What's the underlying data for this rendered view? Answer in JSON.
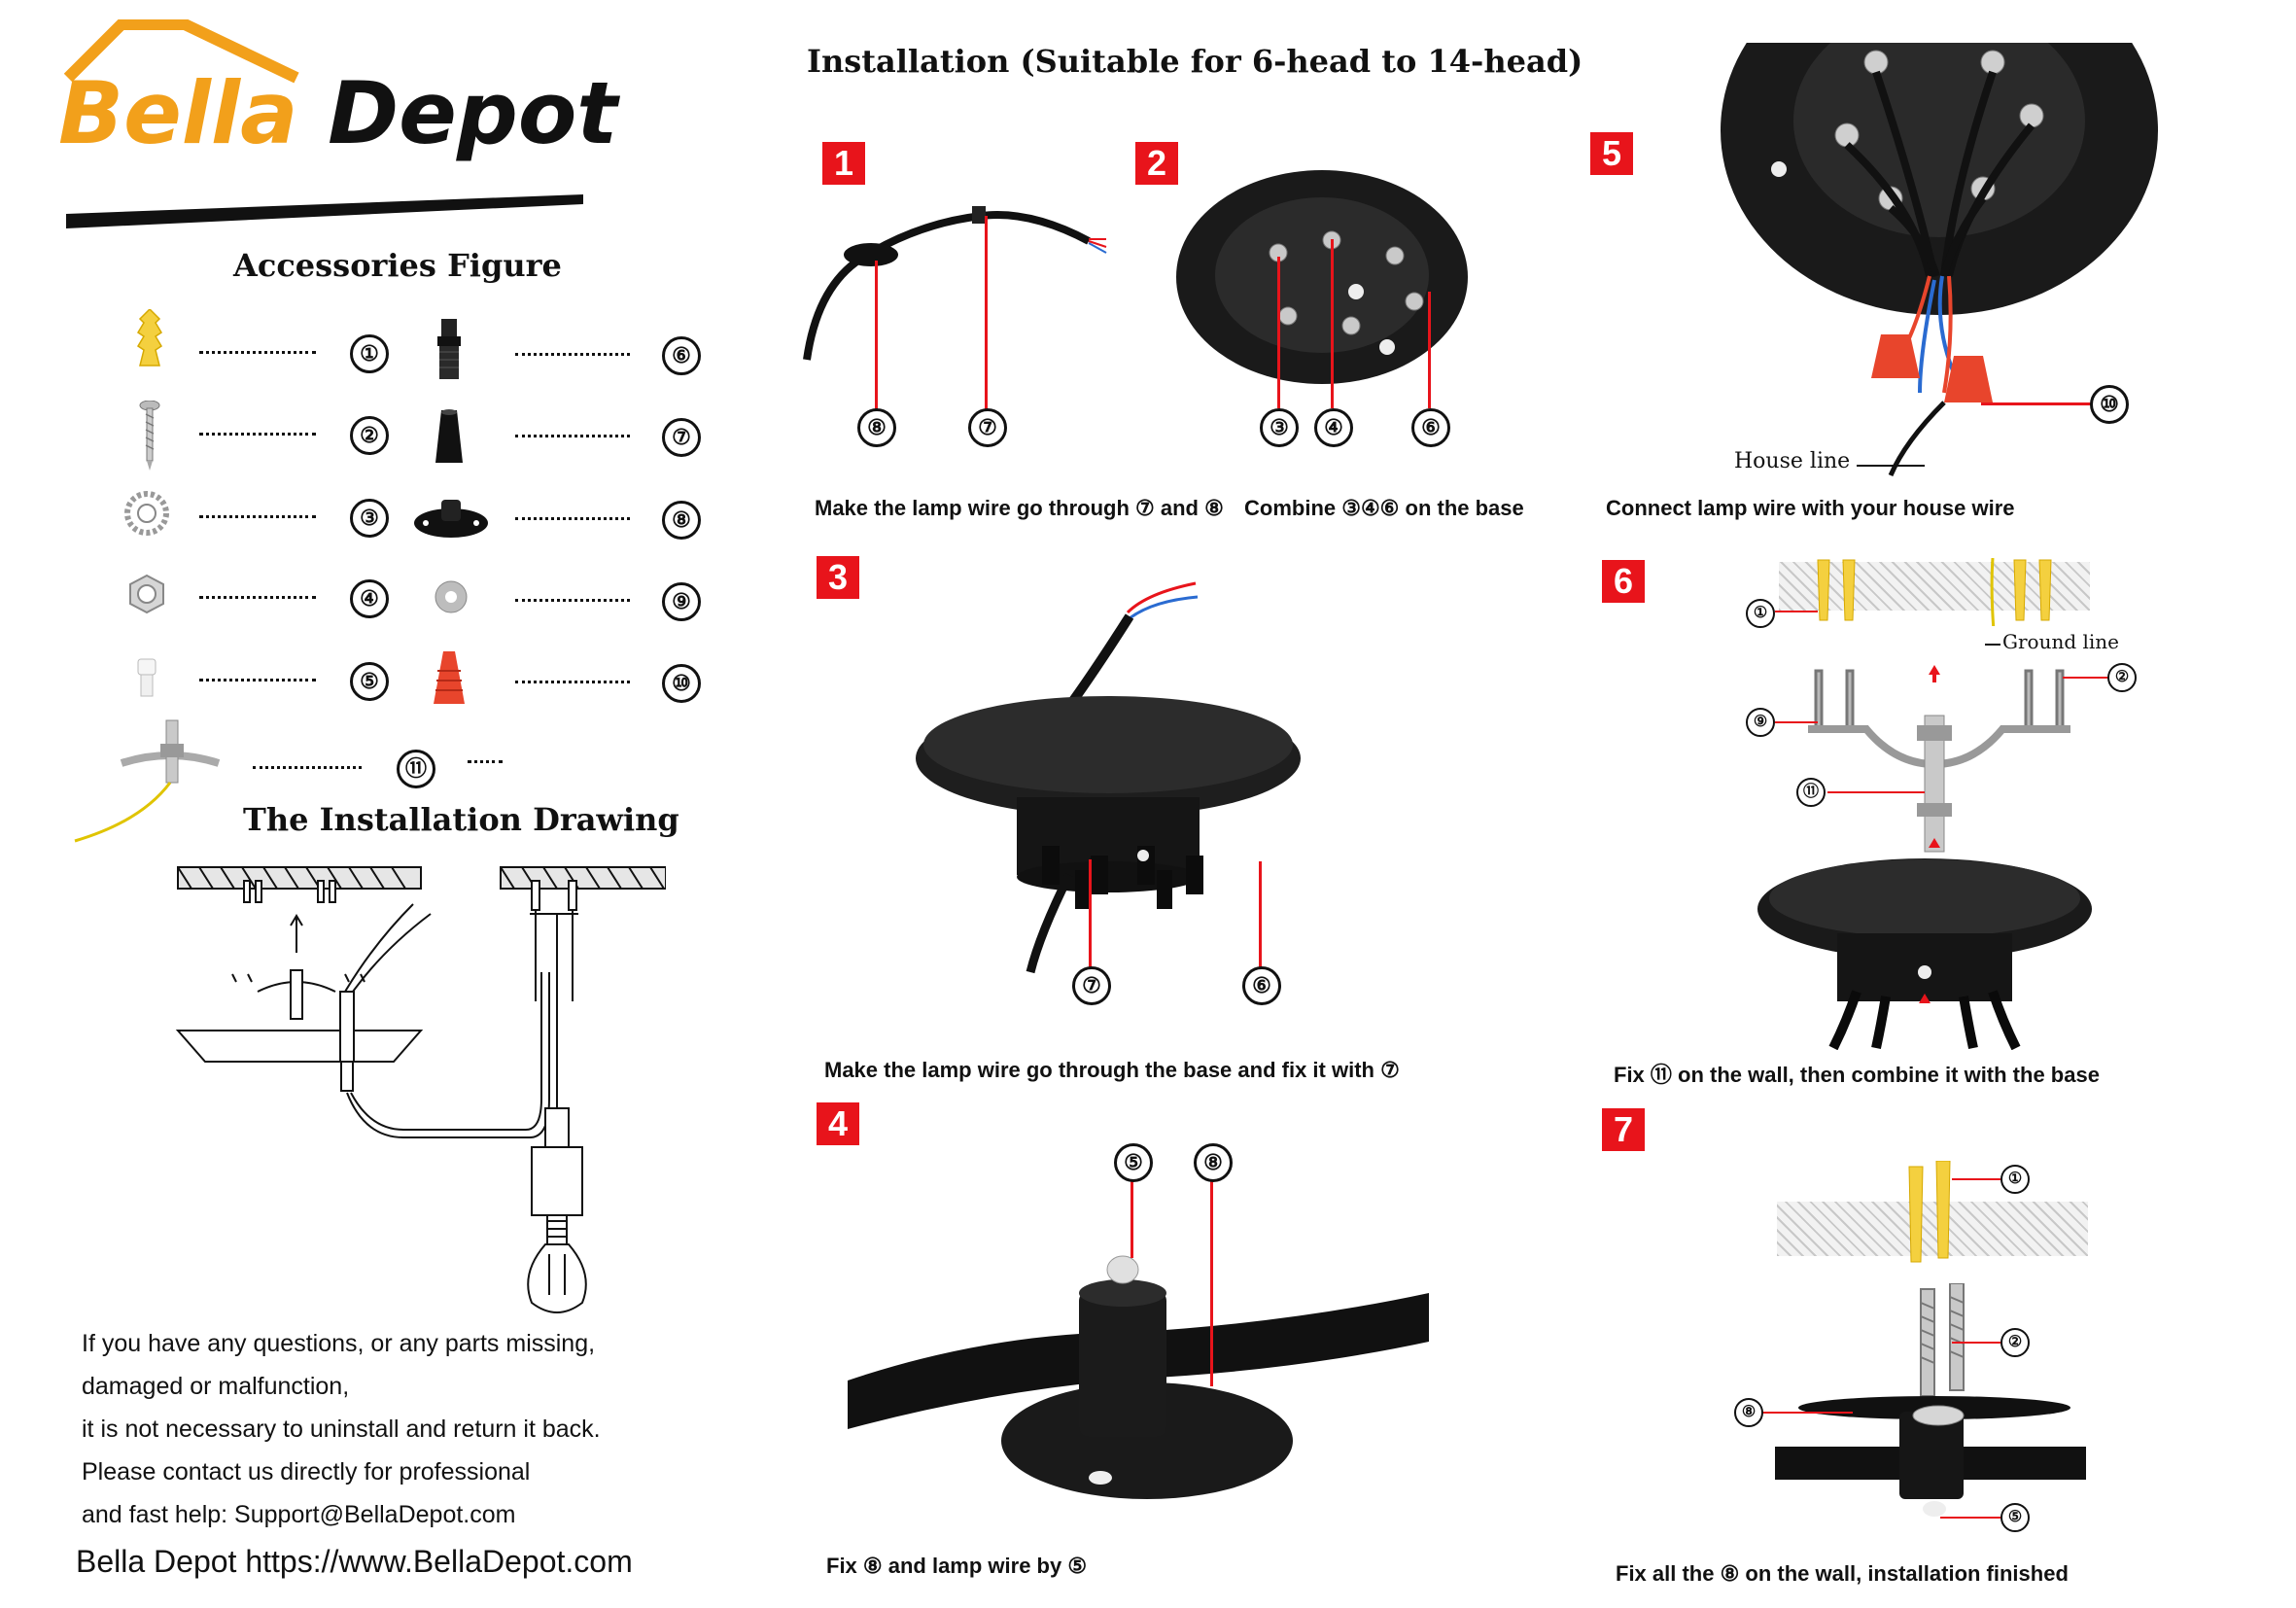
{
  "brand": {
    "logo_part1": "Bella",
    "logo_part2": "Depot",
    "roof_color": "#f2a01b"
  },
  "accessories_title": "Accessories Figure",
  "accessories": [
    {
      "num": "①",
      "icon": "yellow-anchor-icon"
    },
    {
      "num": "②",
      "icon": "screw-icon"
    },
    {
      "num": "③",
      "icon": "lock-washer-icon"
    },
    {
      "num": "④",
      "icon": "nut-icon"
    },
    {
      "num": "⑤",
      "icon": "white-cap-icon"
    },
    {
      "num": "⑥",
      "icon": "cord-grip-icon"
    },
    {
      "num": "⑦",
      "icon": "strain-relief-icon"
    },
    {
      "num": "⑧",
      "icon": "cord-clip-icon"
    },
    {
      "num": "⑨",
      "icon": "washer-icon"
    },
    {
      "num": "⑩",
      "icon": "wire-nut-icon"
    },
    {
      "num": "⑪",
      "icon": "mounting-bracket-icon"
    }
  ],
  "drawing_title": "The Installation Drawing",
  "support_note": [
    "If you have any questions, or any parts missing,",
    "damaged or malfunction,",
    "it is not necessary to uninstall and return it back.",
    "Please contact us directly for professional",
    "and fast help: Support@BellaDepot.com"
  ],
  "footer": "Bella Depot https://www.BellaDepot.com",
  "installation_title": "Installation (Suitable for 6-head to 14-head)",
  "steps": [
    {
      "label": "1",
      "caption": "Make the lamp wire go through ⑦ and ⑧",
      "callouts": [
        "⑧",
        "⑦"
      ]
    },
    {
      "label": "2",
      "caption": "Combine ③④⑥ on the base",
      "callouts": [
        "③",
        "④",
        "⑥"
      ]
    },
    {
      "label": "3",
      "caption": "Make the lamp wire go through the base and fix it with ⑦",
      "callouts": [
        "⑦",
        "⑥"
      ]
    },
    {
      "label": "4",
      "caption": "Fix ⑧ and lamp wire by ⑤",
      "callouts": [
        "⑤",
        "⑧"
      ]
    },
    {
      "label": "5",
      "caption": "Connect lamp wire with your house wire",
      "callouts": [
        "⑩"
      ],
      "house_line": "House line"
    },
    {
      "label": "6",
      "caption": "Fix ⑪ on the wall, then combine it with the base",
      "callouts": [
        "①",
        "②",
        "⑨",
        "⑪"
      ],
      "ground_line": "Ground line"
    },
    {
      "label": "7",
      "caption": "Fix all the ⑧ on the wall, installation finished",
      "callouts": [
        "①",
        "②",
        "⑧",
        "⑤"
      ]
    }
  ],
  "colors": {
    "step_red": "#e8141b",
    "anchor_yellow": "#f4d03f",
    "wire_nut": "#e8452c"
  }
}
